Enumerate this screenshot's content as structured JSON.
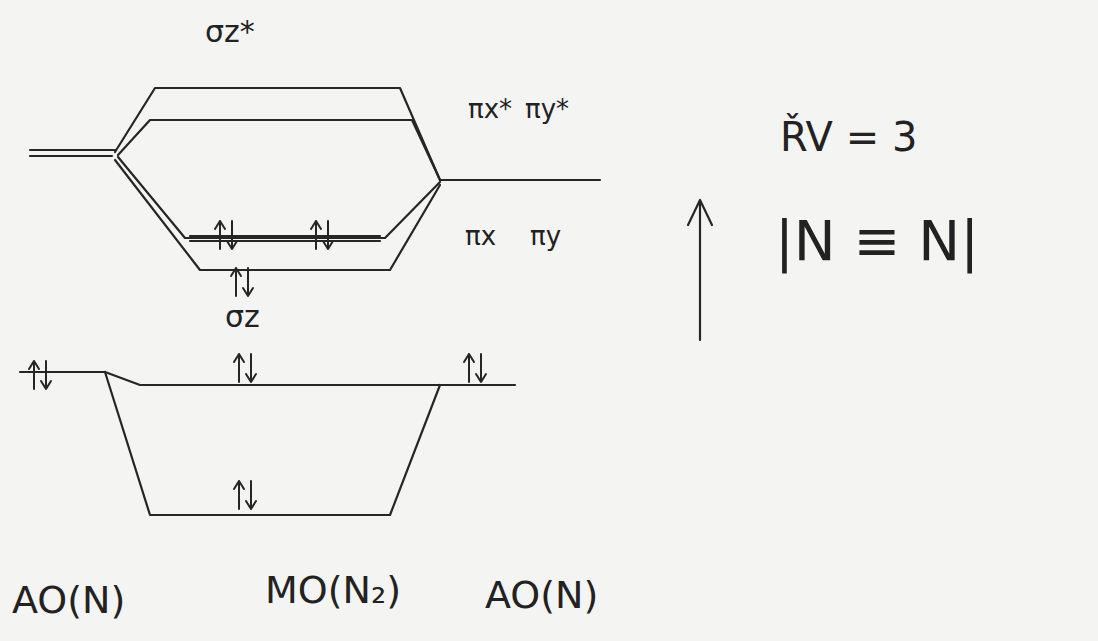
{
  "diagram": {
    "labels": [
      "σz*",
      "πx*",
      "πy*",
      "πx",
      "πy",
      "σz",
      "ŘV = 3",
      "|N ≡ N|",
      "AO(N)",
      "MO(N₂)",
      "AO(N)"
    ]
  }
}
